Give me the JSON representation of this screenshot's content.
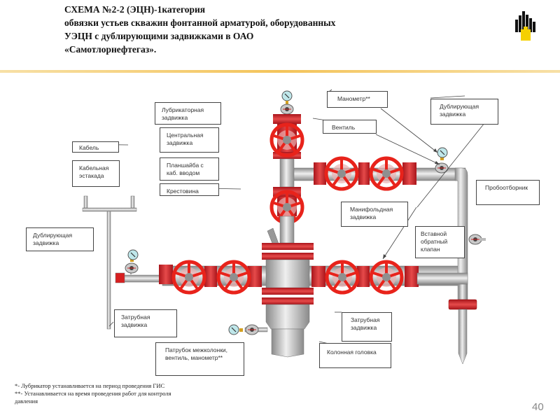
{
  "slide": {
    "title_lines": [
      "СХЕМА №2-2 (ЭЦН)-1категория",
      "обвязки устьев скважин фонтанной арматурой, оборудованных",
      "УЭЦН с дублирующими задвижками в ОАО",
      "«Самотлорнефтегаз»."
    ],
    "page_number": "40",
    "logo": "rosneft-logo"
  },
  "labels": {
    "lubricator_valve": [
      "Лубрикаторная",
      "задвижка"
    ],
    "central_valve": [
      "Центральная",
      "задвижка"
    ],
    "faceplate": [
      "Планшайба с",
      "каб. вводом"
    ],
    "cross": [
      "Крестовина"
    ],
    "cable": [
      "Кабель"
    ],
    "cable_rack": [
      "Кабельная",
      "эстакада"
    ],
    "backup_valve_left": [
      "Дублирующая",
      "задвижка"
    ],
    "annulus_valve_left": [
      "Затрубная",
      "задвижка"
    ],
    "intercasing_nozzle": [
      "Патрубок межколонки,",
      "вентиль, манометр**"
    ],
    "manometer": [
      "Манометр**"
    ],
    "vent": [
      "Вентиль"
    ],
    "backup_valve_right": [
      "Дублирующая",
      "задвижка"
    ],
    "sampler": [
      "Пробоотборник"
    ],
    "manifold_valve": [
      "Манифольдная",
      "задвижка"
    ],
    "check_valve": [
      "Вставной",
      "обратный",
      "клапан"
    ],
    "annulus_valve_right": [
      "Затрубная",
      "задвижка"
    ],
    "casing_head": [
      "Колонная головка"
    ]
  },
  "notes": [
    "*- Лубрикатор  устанавливается на период проведения ГИС",
    "**- Устанавливается на время проведения работ для контроля",
    "давления"
  ],
  "colors": {
    "valve_red": "#e8231b",
    "flange_red": "#d8343a",
    "pipe_gray": "#b9b9b9",
    "accent_gold": "#f4c45a"
  }
}
